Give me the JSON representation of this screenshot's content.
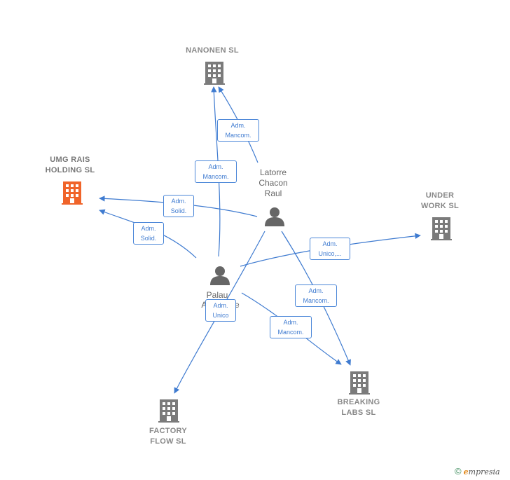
{
  "colors": {
    "edge": "#3f7bd0",
    "company": "#7b7b7b",
    "focus_company": "#f0642a",
    "person": "#666666"
  },
  "companies": {
    "nanonen": [
      "NANONEN  SL"
    ],
    "umg": [
      "UMG RAIS",
      "HOLDING  SL"
    ],
    "under": [
      "UNDER",
      "WORK  SL"
    ],
    "breaking": [
      "BREAKING",
      "LABS  SL"
    ],
    "factory": [
      "FACTORY",
      "FLOW  SL"
    ]
  },
  "persons": {
    "latorre": [
      "Latorre",
      "Chacon",
      "Raul"
    ],
    "palau": [
      "Palau",
      "Al",
      "e"
    ]
  },
  "relations": [
    {
      "id": "r1",
      "lines": [
        "Adm.",
        "Mancom."
      ]
    },
    {
      "id": "r2",
      "lines": [
        "Adm.",
        "Mancom."
      ]
    },
    {
      "id": "r3",
      "lines": [
        "Adm.",
        "Solid."
      ]
    },
    {
      "id": "r4",
      "lines": [
        "Adm.",
        "Solid."
      ]
    },
    {
      "id": "r5",
      "lines": [
        "Adm.",
        "Unico,..."
      ]
    },
    {
      "id": "r6",
      "lines": [
        "Adm.",
        "Mancom."
      ]
    },
    {
      "id": "r7",
      "lines": [
        "Adm.",
        "Unico"
      ]
    },
    {
      "id": "r8",
      "lines": [
        "Adm.",
        "Mancom."
      ]
    }
  ],
  "footer": {
    "copyright": "©",
    "brand_initial": "e",
    "brand_rest": "mpresia"
  },
  "icons": {
    "company": "building-icon",
    "person": "person-icon"
  }
}
